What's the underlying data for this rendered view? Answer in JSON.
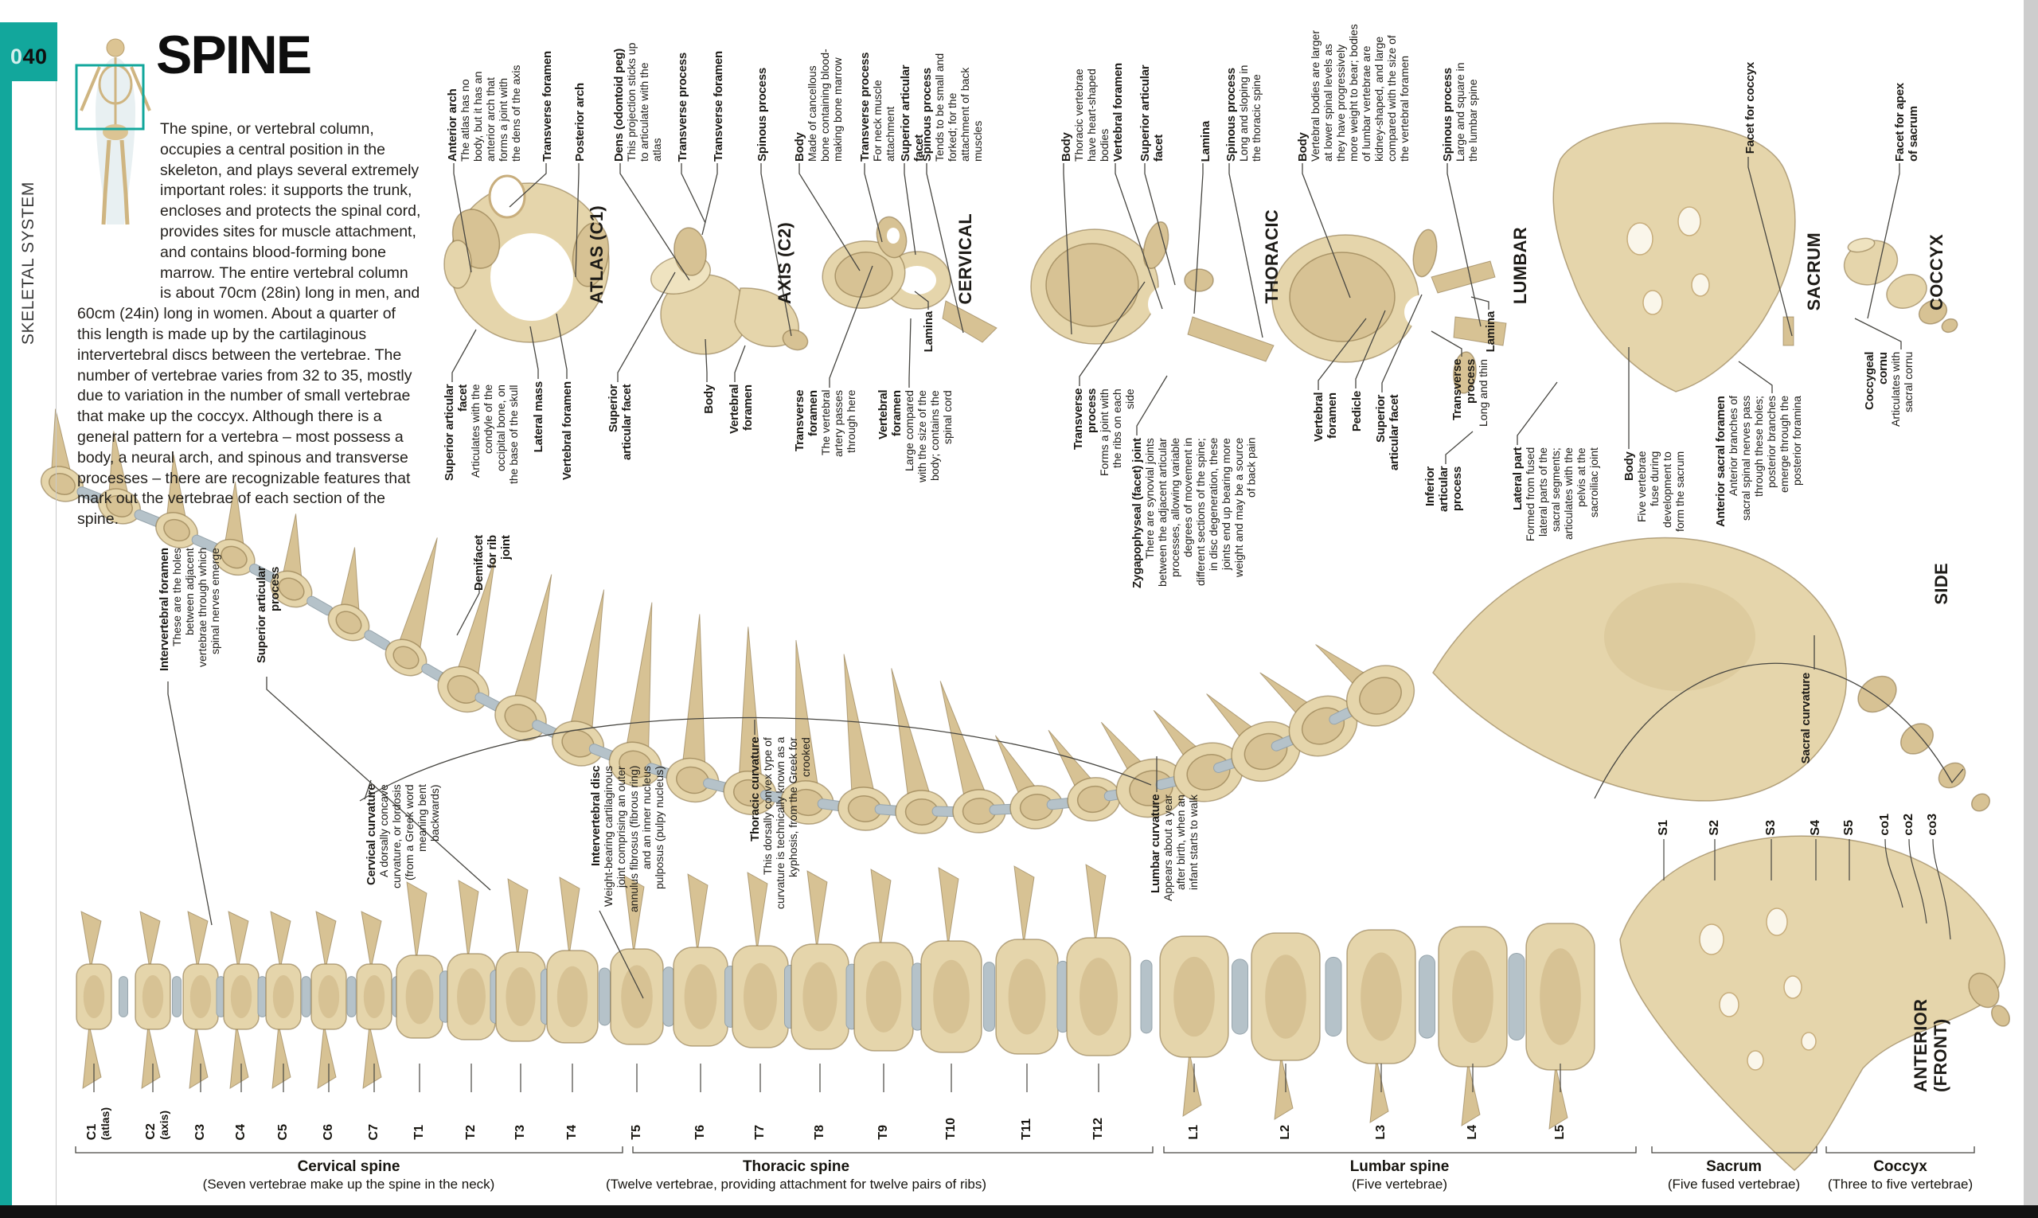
{
  "page": {
    "number_prefix": "0",
    "number_rest": "40",
    "section": "SKELETAL SYSTEM",
    "title": "SPINE",
    "intro": "The spine, or vertebral column, occupies a central position in the skeleton, and plays several extremely important roles: it supports the trunk, encloses and protects the spinal cord, provides sites for muscle attachment, and contains blood-forming bone marrow. The entire vertebral column is about 70cm (28in) long in men, and 60cm (24in) long in women. About a quarter of this length is made up by the cartilaginous intervertebral discs between the vertebrae. The number of vertebrae varies from 32 to 35, mostly due to variation in the number of small vertebrae that make up the coccyx. Although there is a general pattern for a vertebra – most possess a body, a neural arch, and spinous and transverse processes – there are recognizable features that mark out the vertebrae of each section of the spine.",
    "accent_color": "#12a79c",
    "bone_color": "#e5d5ab",
    "disc_color": "#b5c2c9"
  },
  "specimens": [
    {
      "name": "ATLAS (C1)",
      "top": [
        {
          "t": "Anterior arch",
          "d": "The atlas has no body, but it has an anterior arch that forms a joint with the dens of the axis"
        },
        {
          "t": "Transverse foramen"
        },
        {
          "t": "Posterior arch"
        }
      ],
      "bottom": [
        {
          "t": "Superior articular facet",
          "d": "Articulates with the condyle of the occipital bone, on the base of the skull"
        },
        {
          "t": "Lateral mass"
        },
        {
          "t": "Vertebral foramen"
        }
      ]
    },
    {
      "name": "AXIS (C2)",
      "top": [
        {
          "t": "Dens (odontoid peg)",
          "d": "This projection sticks up to articulate with the atlas"
        },
        {
          "t": "Transverse process"
        },
        {
          "t": "Transverse foramen"
        },
        {
          "t": "Spinous process"
        }
      ],
      "bottom": [
        {
          "t": "Superior articular facet"
        },
        {
          "t": "Body"
        },
        {
          "t": "Vertebral foramen"
        }
      ]
    },
    {
      "name": "CERVICAL",
      "top": [
        {
          "t": "Body",
          "d": "Made of cancellous bone containing blood-making bone marrow"
        },
        {
          "t": "Transverse process",
          "d": "For neck muscle attachment"
        },
        {
          "t": "Superior articular facet"
        },
        {
          "t": "Spinous process",
          "d": "Tends to be small and forked; for the attachment of back muscles"
        }
      ],
      "bottom": [
        {
          "t": "Transverse foramen",
          "d": "The vertebral artery passes through here"
        },
        {
          "t": "Vertebral foramen",
          "d": "Large compared with the size of the body; contains the spinal cord"
        },
        {
          "t": "Lamina"
        }
      ]
    },
    {
      "name": "THORACIC",
      "top": [
        {
          "t": "Body",
          "d": "Thoracic vertebrae have heart-shaped bodies"
        },
        {
          "t": "Vertebral foramen"
        },
        {
          "t": "Superior articular facet"
        },
        {
          "t": "Lamina"
        },
        {
          "t": "Spinous process",
          "d": "Long and sloping in the thoracic spine"
        }
      ],
      "bottom": [
        {
          "t": "Transverse process",
          "d": "Forms a joint with the ribs on each side"
        },
        {
          "t": "Zygapophyseal (facet) joint",
          "d": "There are synovial joints between the adjacent articular processes, allowing variable degrees of movement in different sections of the spine; in disc degeneration, these joints end up bearing more weight and may be a source of back pain"
        }
      ]
    },
    {
      "name": "LUMBAR",
      "top": [
        {
          "t": "Body",
          "d": "Vertebral bodies are larger at lower spinal levels as they have progressively more weight to bear; bodies of lumbar vertebrae are kidney-shaped, and large compared with the size of the vertebral foramen"
        },
        {
          "t": "Spinous process",
          "d": "Large and square in the lumbar spine"
        }
      ],
      "bottom": [
        {
          "t": "Vertebral foramen"
        },
        {
          "t": "Pedicle"
        },
        {
          "t": "Superior articular facet"
        },
        {
          "t": "Transverse process",
          "d": "Long and thin"
        },
        {
          "t": "Inferior articular process"
        },
        {
          "t": "Lamina"
        }
      ]
    },
    {
      "name": "SACRUM",
      "top": [
        {
          "t": "Facet for coccyx"
        }
      ],
      "bottom": [
        {
          "t": "Lateral part",
          "d": "Formed from fused lateral parts of the sacral segments; articulates with the pelvis at the sacroiliac joint"
        },
        {
          "t": "Body",
          "d": "Five vertebrae fuse during development to form the sacrum"
        },
        {
          "t": "Anterior sacral foramen",
          "d": "Anterior branches of sacral spinal nerves pass through these holes; posterior branches emerge through the posterior foramina"
        }
      ]
    },
    {
      "name": "COCCYX",
      "top": [
        {
          "t": "Facet for apex of sacrum"
        }
      ],
      "bottom": [
        {
          "t": "Coccygeal cornu",
          "d": "Articulates with sacral cornu"
        }
      ]
    }
  ],
  "side_view": {
    "view_label": "SIDE",
    "labels": [
      {
        "t": "Intervertebral foramen",
        "d": "These are the holes between adjacent vertebrae through which spinal nerves emerge"
      },
      {
        "t": "Superior articular process"
      },
      {
        "t": "Demifacet for rib joint"
      },
      {
        "t": "Cervical curvature",
        "d": "A dorsally concave curvature, or lordosis (from a Greek word meaning bent backwards)"
      },
      {
        "t": "Intervertebral disc",
        "d": "Weight-bearing cartilaginous joint comprising an outer annulus fibrosus (fibrous ring) and an inner nucleus pulposus (pulpy nucleus)"
      },
      {
        "t": "Thoracic curvature",
        "d": "This dorsally convex type of curvature is technically known as a kyphosis, from the Greek for crooked"
      },
      {
        "t": "Lumbar curvature",
        "d": "Appears about a year after birth, when an infant starts to walk"
      },
      {
        "t": "Sacral curvature"
      }
    ]
  },
  "anterior_view": {
    "view_label": "ANTERIOR (FRONT)",
    "ticks": [
      {
        "id": "C1",
        "sub": "(atlas)"
      },
      {
        "id": "C2",
        "sub": "(axis)"
      },
      {
        "id": "C3"
      },
      {
        "id": "C4"
      },
      {
        "id": "C5"
      },
      {
        "id": "C6"
      },
      {
        "id": "C7"
      },
      {
        "id": "T1"
      },
      {
        "id": "T2"
      },
      {
        "id": "T3"
      },
      {
        "id": "T4"
      },
      {
        "id": "T5"
      },
      {
        "id": "T6"
      },
      {
        "id": "T7"
      },
      {
        "id": "T8"
      },
      {
        "id": "T9"
      },
      {
        "id": "T10"
      },
      {
        "id": "T11"
      },
      {
        "id": "T12"
      },
      {
        "id": "L1"
      },
      {
        "id": "L2"
      },
      {
        "id": "L3"
      },
      {
        "id": "L4"
      },
      {
        "id": "L5"
      },
      {
        "id": "S1"
      },
      {
        "id": "S2"
      },
      {
        "id": "S3"
      },
      {
        "id": "S4"
      },
      {
        "id": "S5"
      },
      {
        "id": "co1"
      },
      {
        "id": "co2"
      },
      {
        "id": "co3"
      }
    ],
    "sections": [
      {
        "name": "Cervical spine",
        "desc": "(Seven vertebrae make up the spine in the neck)"
      },
      {
        "name": "Thoracic spine",
        "desc": "(Twelve vertebrae, providing attachment for twelve pairs of ribs)"
      },
      {
        "name": "Lumbar spine",
        "desc": "(Five vertebrae)"
      },
      {
        "name": "Sacrum",
        "desc": "(Five fused vertebrae)"
      },
      {
        "name": "Coccyx",
        "desc": "(Three to five vertebrae)"
      }
    ]
  }
}
